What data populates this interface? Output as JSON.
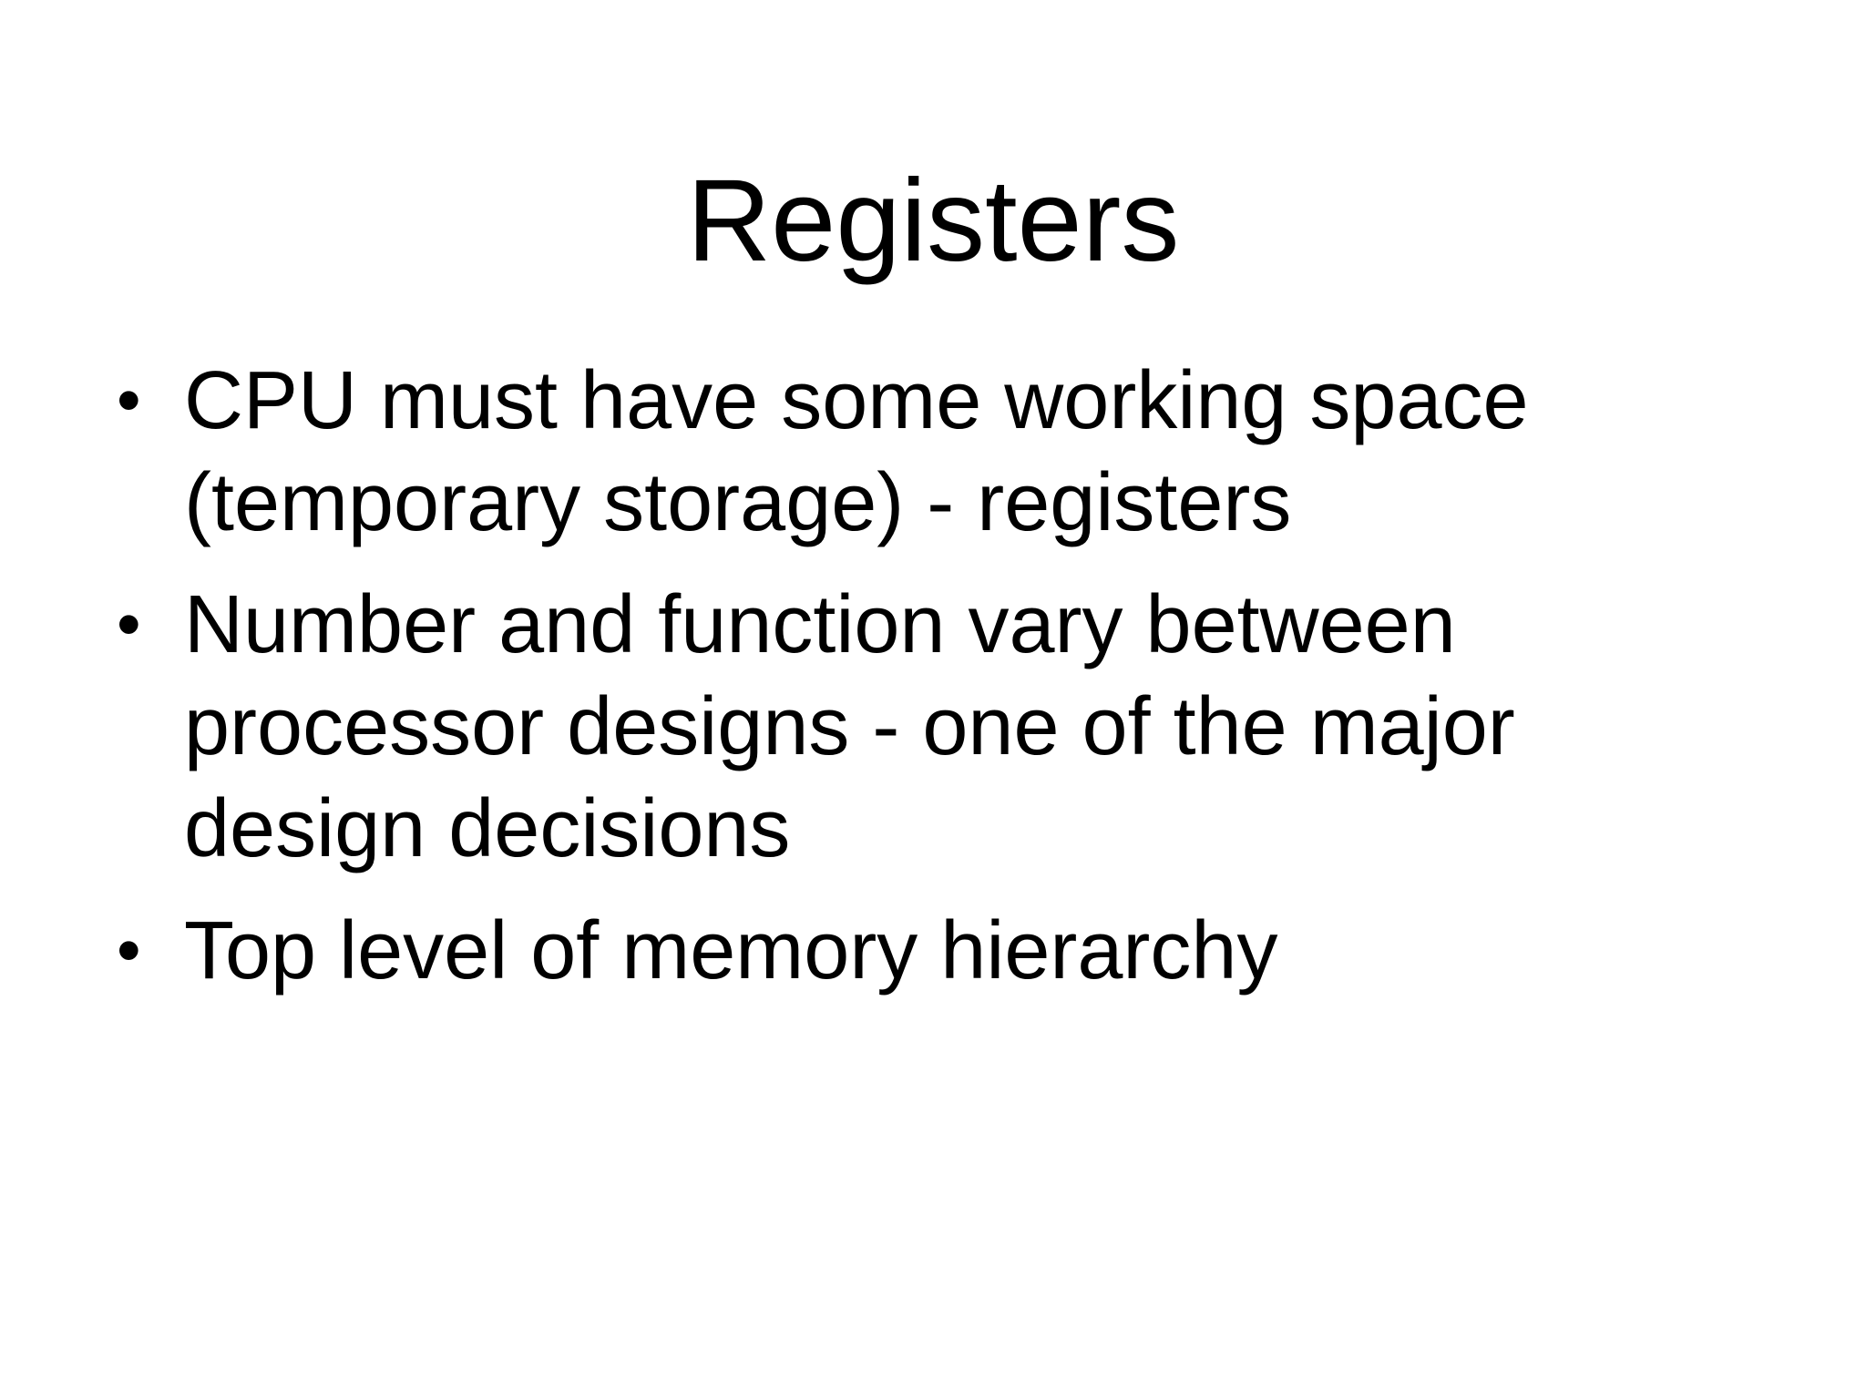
{
  "slide": {
    "title": "Registers",
    "bullet_char": "•",
    "bullets": [
      "CPU must have some working space (temporary storage) - registers",
      "Number and function vary between processor designs - one of the major design decisions",
      "Top level of memory hierarchy"
    ]
  }
}
